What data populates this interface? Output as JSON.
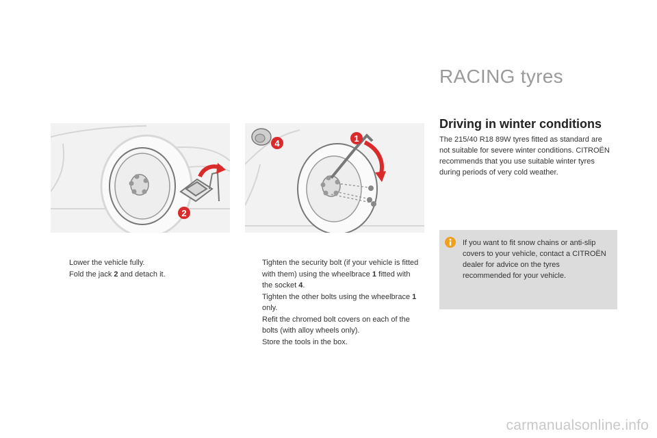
{
  "page": {
    "section_title": "RACING tyres",
    "subsection_title": "Driving in winter conditions",
    "body": "The 215/40 R18 89W tyres fitted as standard are not suitable for severe winter conditions. CITROËN recommends that you use suitable winter tyres during periods of very cold weather.",
    "info_note": "If you want to fit snow chains or anti-slip covers to your vehicle, contact a CITROËN dealer for advice on the tyres recommended for your vehicle.",
    "footer": "carmanualsonline.info"
  },
  "illustration_left": {
    "callout_label": "2",
    "icons": [
      "wheel-icon",
      "jack-icon",
      "arrow-icon"
    ]
  },
  "illustration_middle": {
    "callout_label_1": "1",
    "callout_label_4": "4",
    "icons": [
      "wheel-icon",
      "wheelbrace-icon",
      "socket-icon",
      "bolt-icon"
    ]
  },
  "steps_left": {
    "bullet": "",
    "item1": "Lower the vehicle fully.",
    "item2_before": "Fold the jack ",
    "item2_bold": "2",
    "item2_after": " and detach it."
  },
  "steps_middle": {
    "bullet": "",
    "item1_before": "Tighten the security bolt (if your vehicle is fitted with them) using the wheelbrace ",
    "item1_bold1": "1",
    "item1_middle": " fitted with the socket ",
    "item1_bold2": "4",
    "item1_after": ".",
    "item2_before": "Tighten the other bolts using the wheelbrace ",
    "item2_bold": "1",
    "item2_after": " only.",
    "item3": "Refit the chromed bolt covers on each of the bolts (with alloy wheels only).",
    "item4": "Store the tools in the box."
  },
  "colors": {
    "callout_red": "#d92b2b",
    "info_box_bg": "#dcdcdc",
    "info_icon_orange": "#f0a020",
    "title_grey": "#9a9a9a"
  }
}
